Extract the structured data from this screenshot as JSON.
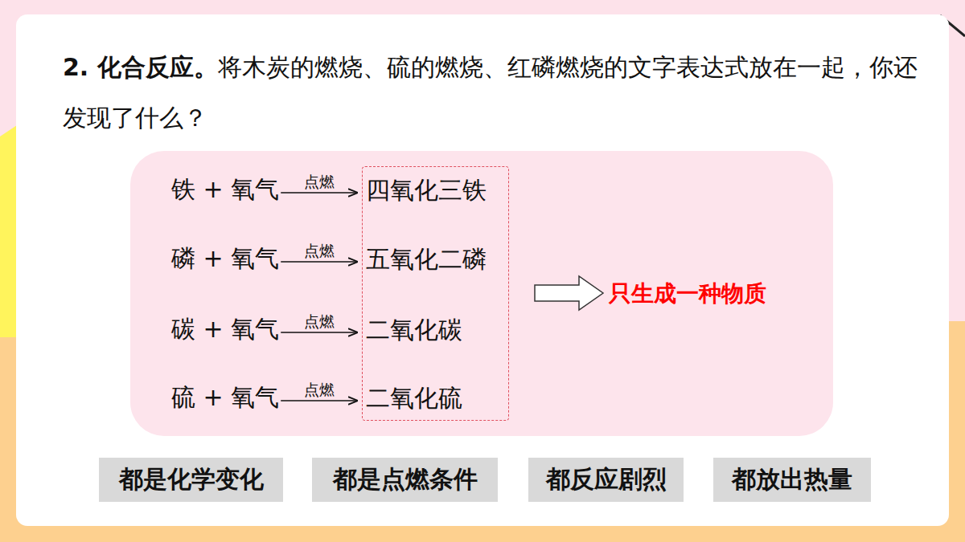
{
  "diagram": {
    "title": "2. 化合反应。",
    "nodes": [
      {
        "text": [
          "铁 + 氧气",
          "磷 + 氧气",
          "碳 + 氧气",
          "硫 + 氧气"
        ]
      },
      {
        "text": [
          "四氧化三铁",
          "五氧化二磷",
          "二氧化碳",
          "二氧化硫"
        ],
        "in": 0
      },
      {
        "text": [
          "都是化学变化"
        ]
      },
      {
        "text": [
          "都是点燃条件"
        ]
      },
      {
        "text": [
          "都反应剧烈"
        ]
      },
      {
        "text": [
          "都放出热量"
        ]
      }
    ],
    "labels": [
      "将木炭的燃烧、硫的燃烧、红磷燃烧的文字表达式放在一起，你还发现了什么？",
      "点燃",
      "点燃",
      "点燃",
      "点燃",
      "只生成一种物质"
    ]
  }
}
